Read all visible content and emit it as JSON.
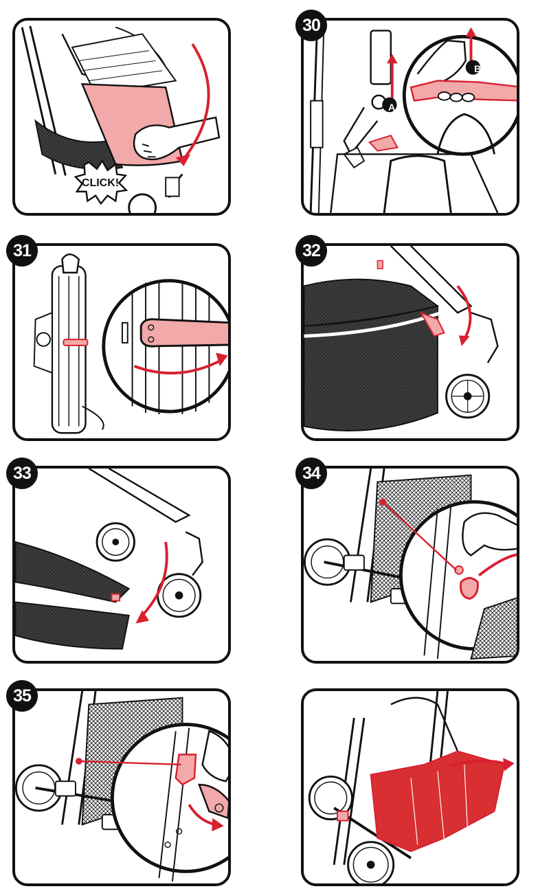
{
  "colors": {
    "accent_red": "#d8202f",
    "light_red": "#f2a9a9",
    "line": "#111111",
    "background": "#ffffff"
  },
  "panels": [
    {
      "step": "",
      "callouts": [
        {
          "text": "CLICK!",
          "kind": "starburst"
        }
      ]
    },
    {
      "step": "30",
      "callouts": [
        {
          "text": "A",
          "kind": "circle-marker"
        },
        {
          "text": "B",
          "kind": "circle-marker"
        }
      ]
    },
    {
      "step": "31",
      "callouts": []
    },
    {
      "step": "32",
      "callouts": []
    },
    {
      "step": "33",
      "callouts": []
    },
    {
      "step": "34",
      "callouts": []
    },
    {
      "step": "35",
      "callouts": []
    },
    {
      "step": "",
      "callouts": []
    }
  ]
}
